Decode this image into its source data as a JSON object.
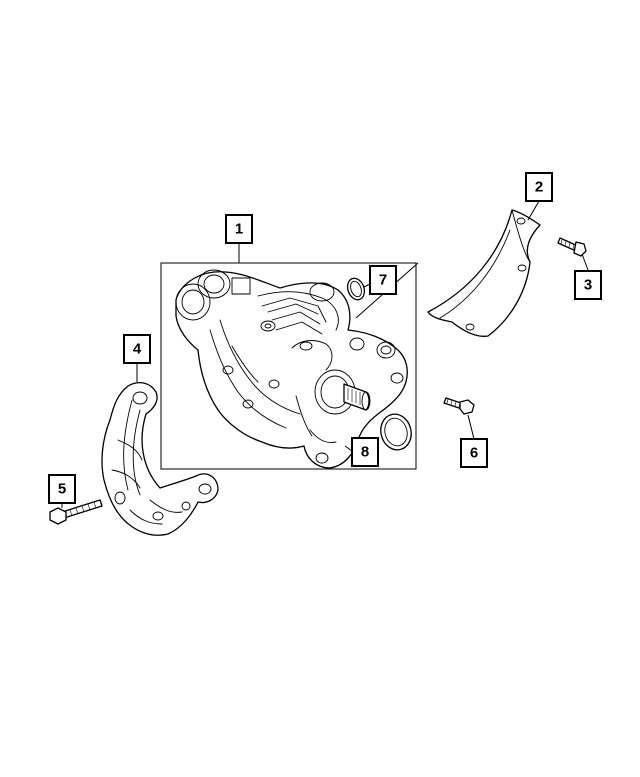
{
  "diagram": {
    "callouts": [
      {
        "number": "1"
      },
      {
        "number": "2"
      },
      {
        "number": "3"
      },
      {
        "number": "4"
      },
      {
        "number": "5"
      },
      {
        "number": "6"
      },
      {
        "number": "7"
      },
      {
        "number": "8"
      }
    ]
  }
}
